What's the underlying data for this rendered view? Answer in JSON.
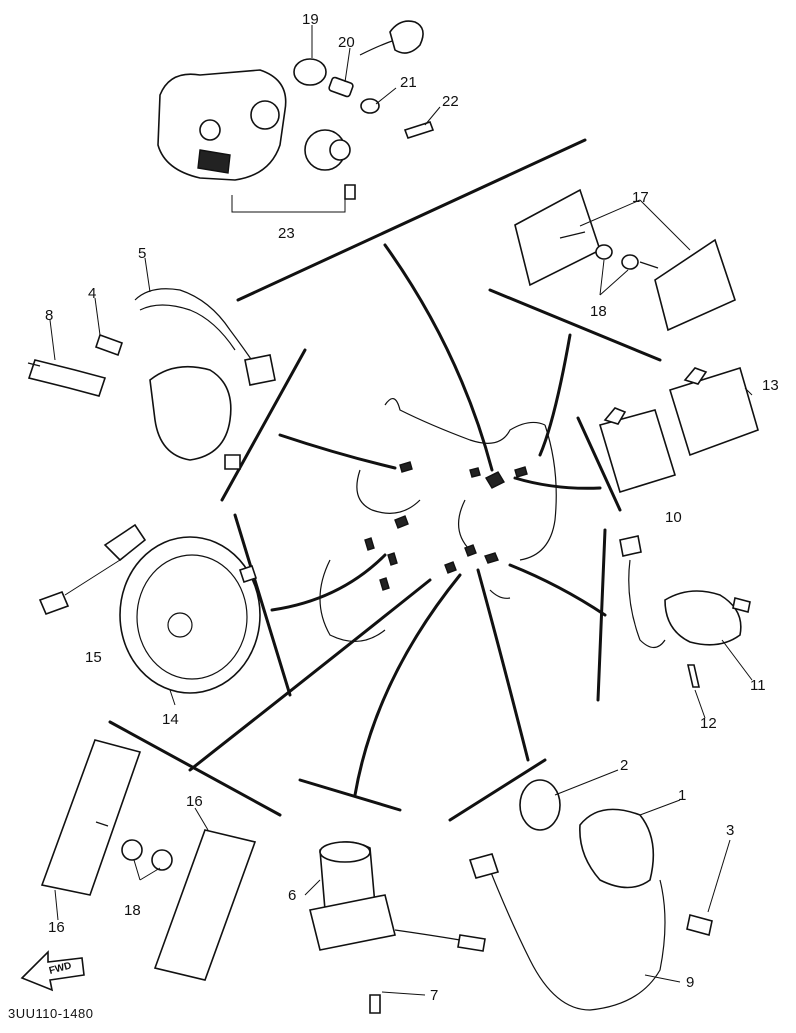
{
  "diagram": {
    "code": "3UU110-1480",
    "fwd_label": "FWD",
    "labels": {
      "p1": "1",
      "p2": "2",
      "p3": "3",
      "p4": "4",
      "p5": "5",
      "p6": "6",
      "p7": "7",
      "p8": "8",
      "p9": "9",
      "p10": "10",
      "p11": "11",
      "p12": "12",
      "p13": "13",
      "p14": "14",
      "p15": "15",
      "p16a": "16",
      "p16b": "16",
      "p17": "17",
      "p18a": "18",
      "p18b": "18",
      "p19": "19",
      "p20": "20",
      "p21": "21",
      "p22": "22",
      "p23": "23"
    }
  }
}
